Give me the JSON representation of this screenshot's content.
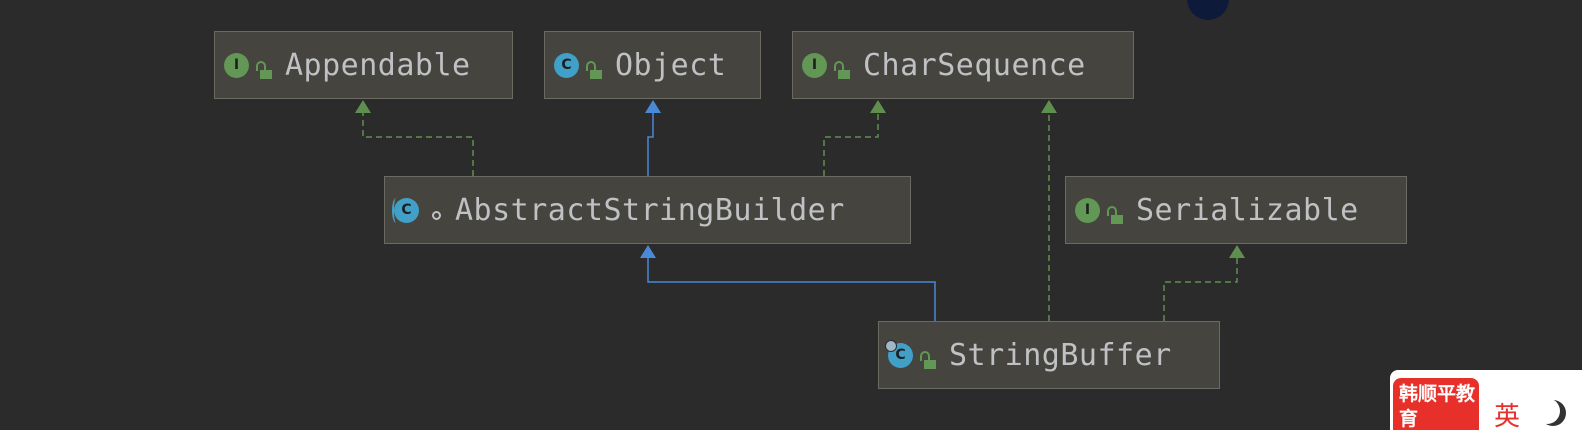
{
  "diagram": {
    "nodes": [
      {
        "id": "appendable",
        "label": "Appendable",
        "kind": "interface",
        "badge": "I",
        "visibility": "public"
      },
      {
        "id": "object",
        "label": "Object",
        "kind": "class",
        "badge": "C",
        "visibility": "public"
      },
      {
        "id": "charsequence",
        "label": "CharSequence",
        "kind": "interface",
        "badge": "I",
        "visibility": "public"
      },
      {
        "id": "abstractstringbuilder",
        "label": "AbstractStringBuilder",
        "kind": "abstract-class",
        "badge": "C",
        "visibility": "package-private"
      },
      {
        "id": "serializable",
        "label": "Serializable",
        "kind": "interface",
        "badge": "I",
        "visibility": "public"
      },
      {
        "id": "stringbuffer",
        "label": "StringBuffer",
        "kind": "final-class",
        "badge": "C",
        "visibility": "public"
      }
    ],
    "edges": [
      {
        "from": "abstractstringbuilder",
        "to": "appendable",
        "type": "implements"
      },
      {
        "from": "abstractstringbuilder",
        "to": "object",
        "type": "extends"
      },
      {
        "from": "abstractstringbuilder",
        "to": "charsequence",
        "type": "implements"
      },
      {
        "from": "stringbuffer",
        "to": "abstractstringbuilder",
        "type": "extends"
      },
      {
        "from": "stringbuffer",
        "to": "charsequence",
        "type": "implements"
      },
      {
        "from": "stringbuffer",
        "to": "serializable",
        "type": "implements"
      }
    ],
    "colors": {
      "background": "#2b2b2b",
      "node_fill": "#45443e",
      "node_border": "#6b6a63",
      "node_text": "#bfc1c4",
      "interface_badge": "#629755",
      "class_badge": "#40a0c8",
      "extends_edge": "#4a88d8",
      "implements_edge": "#5f8f4e"
    }
  },
  "watermark": {
    "logo_text": "韩顺平教育",
    "ime_indicator": "英"
  }
}
